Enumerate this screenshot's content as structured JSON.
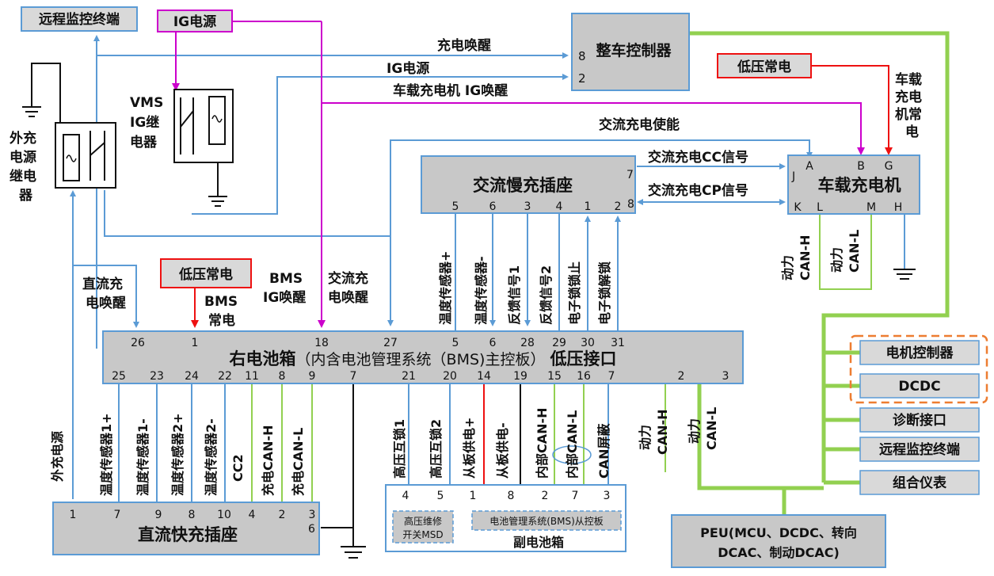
{
  "remote_top": "远程监控终端",
  "ig_power_top": "IG电源",
  "vcu": {
    "title": "整车控制器",
    "pin8": "8",
    "pin2": "2"
  },
  "wires_top": {
    "charge_wake": "充电唤醒",
    "ig_power": "IG电源",
    "obc_ig_wake": "车载充电机  IG唤醒",
    "ac_enable": "交流充电使能",
    "cc_signal": "交流充电CC信号",
    "cp_signal": "交流充电CP信号"
  },
  "lv_const_right": "低压常电",
  "obc_const": [
    "车载",
    "充电",
    "机常",
    "电"
  ],
  "vms_relay": [
    "VMS",
    "IG继",
    "电器"
  ],
  "ext_relay": [
    "外充",
    "电源",
    "继电",
    "器"
  ],
  "ac_socket": {
    "title": "交流慢充插座",
    "pins": [
      "5",
      "6",
      "3",
      "4",
      "1",
      "2"
    ],
    "side7": "7",
    "side8": "8",
    "signals": [
      "温度传感器+",
      "温度传感器-",
      "反馈信号1",
      "反馈信号2",
      "电子锁锁止",
      "电子锁解锁"
    ]
  },
  "obc": {
    "title": "车载充电机",
    "pins_top": [
      "A",
      "B",
      "G"
    ],
    "pin_j": "J",
    "pins_bottom": [
      "K",
      "L",
      "M",
      "H"
    ],
    "can_h": [
      "动力",
      "CAN-H"
    ],
    "can_l": [
      "动力",
      "CAN-L"
    ]
  },
  "lv_const_left": "低压常电",
  "labels_mid": {
    "dc_wake": [
      "直流充",
      "电唤醒"
    ],
    "bms_const": [
      "BMS",
      "常电"
    ],
    "bms_ig_wake": [
      "BMS",
      "IG唤醒"
    ],
    "ac_wake": [
      "交流充",
      "电唤醒"
    ]
  },
  "bms_box": {
    "title": "右电池箱",
    "subtitle": "（内含电池管理系统（BMS)主控板）",
    "suffix": "低压接口",
    "top_pins": [
      "26",
      "1",
      "18",
      "27",
      "5",
      "6",
      "28",
      "29",
      "30",
      "31"
    ],
    "bottom_pins": [
      "25",
      "23",
      "24",
      "22",
      "11",
      "8",
      "9",
      "7",
      "21",
      "20",
      "14",
      "19",
      "15",
      "16",
      "7",
      "2",
      "3"
    ]
  },
  "right_can": {
    "h": [
      "动力",
      "CAN-H"
    ],
    "l": [
      "动力",
      "CAN-L"
    ]
  },
  "lower_left_labels": [
    "外充电源",
    "温度传感器1+",
    "温度传感器1-",
    "温度传感器2+",
    "温度传感器2-",
    "CC2",
    "充电CAN-H",
    "充电CAN-L"
  ],
  "lower_mid_labels": [
    "高压互锁1",
    "高压互锁2",
    "从板供电+",
    "从板供电-",
    "内部CAN-H",
    "内部CAN-L",
    "CAN屏蔽"
  ],
  "dc_socket": {
    "title": "直流快充插座",
    "pins": [
      "1",
      "7",
      "9",
      "8",
      "10",
      "4",
      "2",
      "3"
    ],
    "pin6": "6"
  },
  "sub_box": {
    "title": "副电池箱",
    "pins": [
      "4",
      "5",
      "1",
      "8",
      "2",
      "7",
      "3"
    ],
    "msd": [
      "高压维修",
      "开关MSD"
    ],
    "slave": "电池管理系统(BMS)从控板"
  },
  "can_nodes": [
    "电机控制器",
    "DCDC",
    "诊断接口",
    "远程监控终端",
    "组合仪表"
  ],
  "peu": [
    "PEU(MCU、DCDC、转向",
    "DCAC、制动DCAC)"
  ],
  "colors": {
    "blue": "#5b9bd5",
    "green": "#92d050",
    "magenta": "#cc00cc",
    "red": "#ee1111",
    "orange": "#ed7d31",
    "box": "#c8c8c8"
  }
}
